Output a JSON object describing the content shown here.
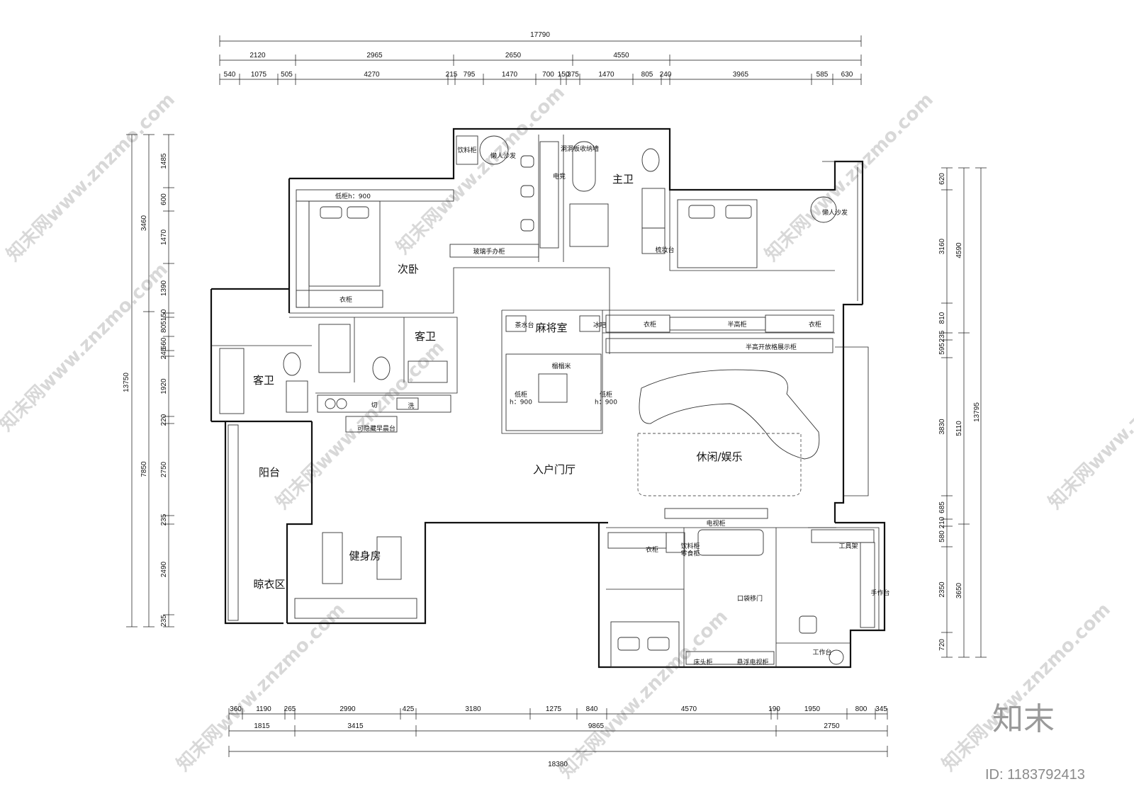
{
  "dimensions": {
    "top_total": "17790",
    "top_row1": [
      "2120",
      "2965",
      "2650",
      "4550"
    ],
    "top_row2": [
      "540",
      "1075",
      "505",
      "4270",
      "215",
      "795",
      "1470",
      "700",
      "150",
      "375",
      "1470",
      "805",
      "240",
      "3965",
      "585",
      "630"
    ],
    "bottom_row1": [
      "360",
      "1190",
      "265",
      "2990",
      "425",
      "3180",
      "1275",
      "840",
      "4570",
      "190",
      "1950",
      "800",
      "345"
    ],
    "bottom_row2": [
      "1815",
      "3415",
      "9865",
      "2750"
    ],
    "bottom_total": "18380",
    "left_outer": "13750",
    "left_mid": [
      "3460",
      "7850"
    ],
    "left_inner": [
      "1485",
      "600",
      "1470",
      "1390",
      "150",
      "805",
      "560",
      "245",
      "1920",
      "220",
      "2750",
      "235",
      "2490",
      "235"
    ],
    "right_inner": [
      "620",
      "3160",
      "810",
      "235",
      "595",
      "3830",
      "685",
      "210",
      "580",
      "2350",
      "720"
    ],
    "right_mid": [
      "4590",
      "5110",
      "3650"
    ],
    "right_outer": "13795"
  },
  "rooms": {
    "second_bedroom": "次卧",
    "master_bath": "主卫",
    "guest_bath_1": "客卫",
    "guest_bath_2": "客卫",
    "mahjong": "麻将室",
    "entrance": "入户门厅",
    "leisure": "休闲/娱乐",
    "balcony": "阳台",
    "drying": "晾衣区",
    "gym": "健身房"
  },
  "labels": {
    "drink_cabinet": "饮料柜",
    "lazy_sofa_1": "懒人沙发",
    "lazy_sofa_2": "懒人沙发",
    "pegboard_wall": "洞洞板收纳墙",
    "esports": "电竞",
    "low_cabinet_top": "低柜h：900",
    "glass_figure_cabinet": "玻璃手办柜",
    "dresser": "梳妆台",
    "wardrobe_1": "衣柜",
    "wardrobe_2": "衣柜",
    "wardrobe_3": "衣柜",
    "wardrobe_4": "衣柜",
    "half_height_cabinet": "半高柜",
    "display_cabinet": "半高开放格展示柜",
    "tea_station": "茶水台",
    "ice_bar": "冰吧",
    "tatami": "榻榻米",
    "low_cabinet_left": "低柜\nh：900",
    "low_cabinet_right": "低柜\nh：900",
    "cut": "切",
    "wash": "洗",
    "hidden_breakfast": "可隐藏早晨台",
    "tv_cabinet": "电视柜",
    "drink_snack_cabinet": "饮料柜\n零食柜",
    "tool_rack": "工具架",
    "craft_table": "手作台",
    "pocket_door": "口袋移门",
    "bedside_cabinet": "床头柜",
    "floating_tv_cabinet": "悬浮电视柜",
    "work_desk": "工作台"
  },
  "watermark": {
    "text": "知末网www.znzmo.com",
    "logo": "知末",
    "id": "ID: 1183792413"
  }
}
